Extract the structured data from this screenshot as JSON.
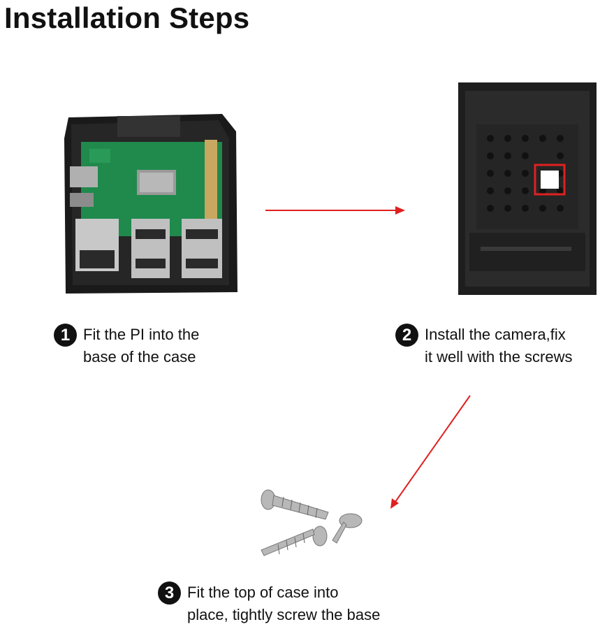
{
  "title": "Installation Steps",
  "steps": [
    {
      "number": "1",
      "line1": "Fit the PI into the",
      "line2": "base of the case"
    },
    {
      "number": "2",
      "line1": "Install the camera,fix",
      "line2": "it well with the screws"
    },
    {
      "number": "3",
      "line1": "Fit the top of case into",
      "line2": "place, tightly screw the base"
    }
  ],
  "colors": {
    "arrow": "#e02020",
    "highlight": "#e02020",
    "case": "#1e1e1e",
    "board": "#1f8a4c"
  },
  "images": {
    "pi": "raspberry-pi-in-case-base",
    "case": "case-top-inner-side",
    "screws": "three-screws"
  }
}
